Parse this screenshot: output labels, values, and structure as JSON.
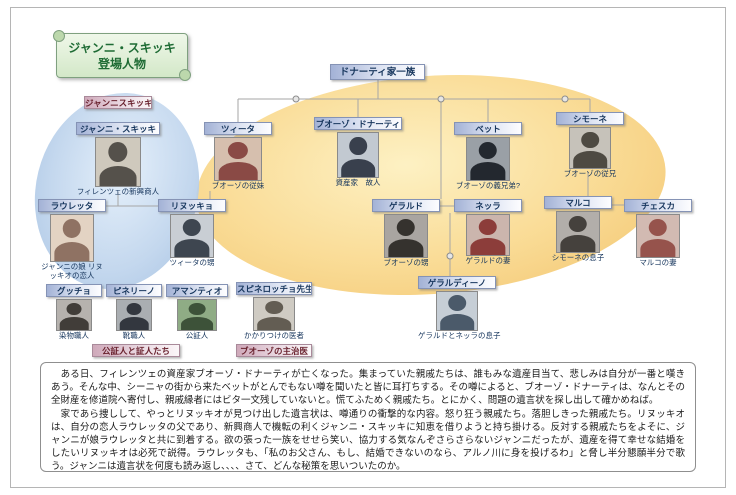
{
  "title": {
    "line1": "ジャンニ・スキッキ",
    "line2": "登場人物"
  },
  "labels": {
    "family": "ドナーティ家一族",
    "gianni_group": "ジャンニスキッキ",
    "notary_group": "公証人と証人たち",
    "doctor_group": "ブオーゾの主治医"
  },
  "characters": {
    "gianni": {
      "name": "ジャンニ・スキッキ",
      "caption": "フィレンツェの新興商人"
    },
    "zita": {
      "name": "ツィータ",
      "caption": "ブオーゾの従妹"
    },
    "buoso": {
      "name": "ブオーゾ・ドナーティ",
      "caption": "資産家　故人"
    },
    "betto": {
      "name": "ベット",
      "caption": "ブオーゾの義兄弟?"
    },
    "simone": {
      "name": "シモーネ",
      "caption": "ブオーゾの従兄"
    },
    "lauretta": {
      "name": "ラウレッタ",
      "caption": "ジャンニの娘 リヌッキオの恋人"
    },
    "rinuccio": {
      "name": "リヌッキョ",
      "caption": "ツィータの甥"
    },
    "gherardo": {
      "name": "ゲラルド",
      "caption": "ブオーゾの甥"
    },
    "nella": {
      "name": "ネッラ",
      "caption": "ゲラルドの妻"
    },
    "marco": {
      "name": "マルコ",
      "caption": "シモーネの息子"
    },
    "ciesca": {
      "name": "チェスカ",
      "caption": "マルコの妻"
    },
    "gherardino": {
      "name": "ゲラルディーノ",
      "caption": "ゲラルドとネッラの息子"
    },
    "guccio": {
      "name": "グッチョ",
      "caption": "染物職人"
    },
    "pinellino": {
      "name": "ピネリーノ",
      "caption": "靴職人"
    },
    "amantio": {
      "name": "アマンティオ",
      "caption": "公証人"
    },
    "spinelloccio": {
      "name": "スピネロッチョ先生",
      "caption": "かかりつけの医者"
    }
  },
  "synopsis": {
    "para1": "　ある日、フィレンツェの資産家ブオーゾ・ドナーティが亡くなった。集まっていた親戚たちは、誰もみな遺産目当て、悲しみは自分が一番と嘆きあう。そんな中、シーニャの街から来たベットがとんでもない噂を聞いたと皆に耳打ちする。その噂によると、ブオーゾ・ドナーティは、なんとその全財産を修道院へ寄付し、親戚縁者にはビタ一文残していないと。慌てふためく親戚たち。とにかく、問題の遺言状を探し出して確かめねば。",
    "para2": "　家であら捜しして、やっとリヌッキオが見つけ出した遺言状は、噂通りの衝撃的な内容。怒り狂う親戚たち。落胆しきった親戚たち。リヌッキオは、自分の恋人ラウレッタの父であり、新興商人で機転の利くジャンニ・スキッキに知恵を借りようと持ち掛ける。反対する親戚たちをよそに、ジャンニが娘ラウレッタと共に到着する。欲の張った一族をせせら笑い、協力する気なんぞさらさらないジャンニだったが、遺産を得て幸せな結婚をしたいリヌッキオは必死で説得。ラウレッタも、「私のお父さん、もし、結婚できないのなら、アルノ川に身を投げるわ」と脅し半分懇願半分で歌う。ジャンニは遺言状を何度も読み返し、、、、さて、どんな秘策を思いついたのか。"
  },
  "colors": {
    "title_green": "#1e6b34",
    "family_ellipse": "#f6cf7d",
    "gianni_ellipse": "#b9d0ea",
    "name_text": "#17365d",
    "group_text": "#69222e"
  }
}
